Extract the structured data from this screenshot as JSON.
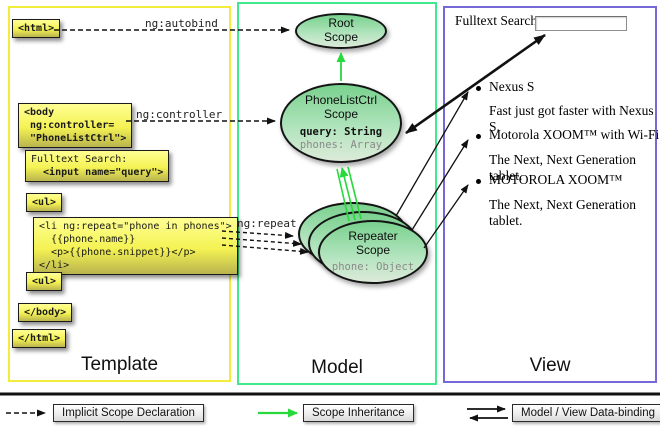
{
  "columns": {
    "template": {
      "title": "Template"
    },
    "model": {
      "title": "Model"
    },
    "view": {
      "title": "View"
    }
  },
  "template": {
    "boxes": {
      "html_open": "<html>",
      "body_open": "<body\n ng:controller=\n \"PhoneListCtrl\">",
      "fulltext_label": "Fulltext Search:",
      "fulltext_input": "  <input name=\"query\">",
      "ul_open": "<ul>",
      "li_repeat": "<li ng:repeat=\"phone in phones\">\n  {{phone.name}}\n  <p>{{phone.snippet}}</p>\n</li>",
      "ul_close": "<ul>",
      "body_close": "</body>",
      "html_close": "</html>"
    },
    "arrow_labels": {
      "autobind": "ng:autobind",
      "controller": "ng:controller",
      "repeat": "ng:repeat"
    }
  },
  "model": {
    "root_scope": {
      "title": "Root\nScope"
    },
    "phonelist_scope": {
      "title": "PhoneListCtrl\nScope",
      "prop_query": "query: String",
      "prop_phones": "phones: Array"
    },
    "repeater_scope": {
      "title": "Repeater\nScope",
      "prop_phone": "phone: Object"
    }
  },
  "view": {
    "search_label": "Fulltext Search:",
    "search_value": "",
    "items": [
      {
        "title": "Nexus S",
        "description": "Fast just got faster with Nexus S."
      },
      {
        "title": "Motorola XOOM™  with Wi-Fi",
        "description": "The Next, Next Generation tablet."
      },
      {
        "title": "MOTOROLA XOOM™",
        "description": "The Next, Next Generation tablet."
      }
    ]
  },
  "legend": {
    "implicit": "Implicit Scope Declaration",
    "inheritance": "Scope Inheritance",
    "databinding": "Model / View Data-binding"
  },
  "colors": {
    "template_border": "#f2ec3a",
    "model_border": "#3fe98c",
    "view_border": "#7668d6",
    "inheritance_green": "#27d93a",
    "scope_fill_top": "#79d18e",
    "scope_fill_bottom": "#dcead8",
    "code_box_top": "#ffff94",
    "code_box_bottom": "#b9b44e"
  }
}
